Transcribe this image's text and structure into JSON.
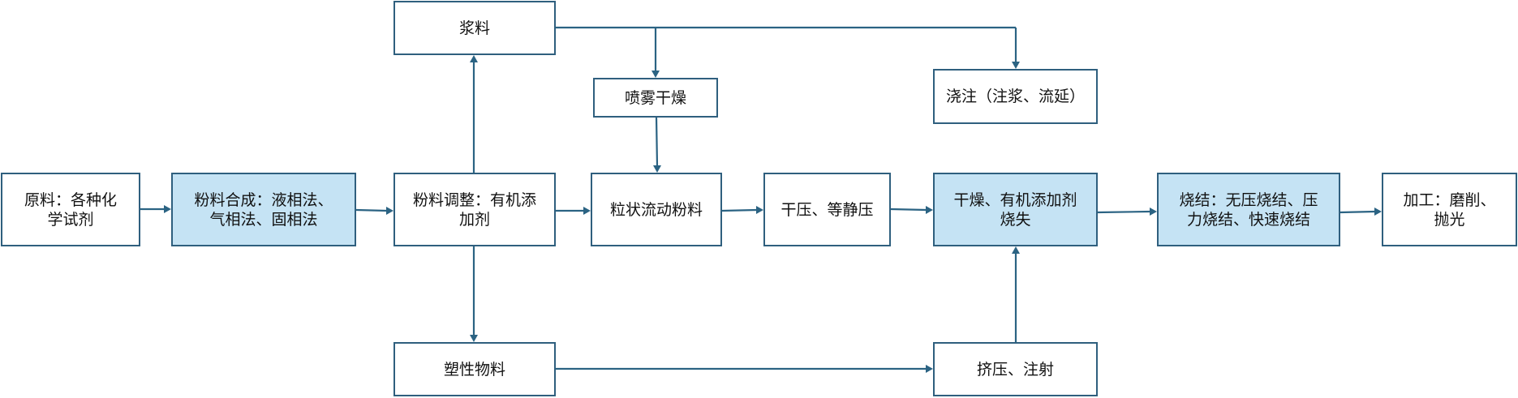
{
  "colors": {
    "box_border": "#2f5f7e",
    "arrow": "#2b6383",
    "highlight_fill": "#c5e3f4",
    "plain_fill": "#ffffff"
  },
  "nodes": {
    "raw": "原料：各种化\n学试剂",
    "synthesis": "粉料合成：液相法、\n气相法、固相法",
    "adjust": "粉料调整：有机添\n加剂",
    "slurry": "浆料",
    "spray": "喷雾干燥",
    "granular": "粒状流动粉料",
    "plastic": "塑性物料",
    "press": "干压、等静压",
    "casting": "浇注（注浆、流延）",
    "extrude": "挤压、注射",
    "dry": "干燥、有机添加剂\n烧失",
    "sinter": "烧结：无压烧结、压\n力烧结、快速烧结",
    "machining": "加工：磨削、\n抛光"
  }
}
